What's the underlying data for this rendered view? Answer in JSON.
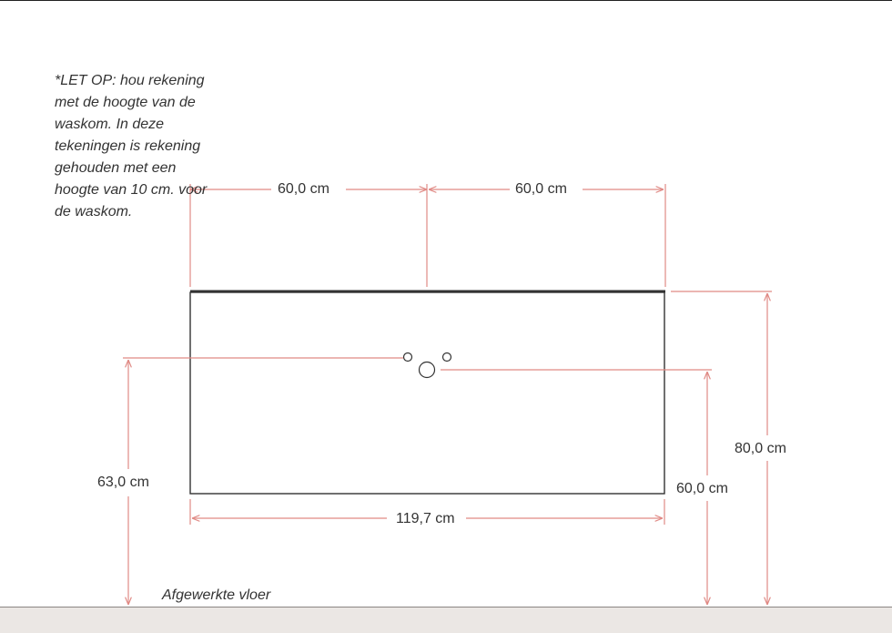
{
  "note": "*LET OP: hou rekening\nmet de hoogte van de\nwaskom. In deze\ntekeningen is rekening\ngehouden met een\nhoogte van 10 cm. voor\nde waskom.",
  "dimensions": {
    "top_left_width": "60,0 cm",
    "top_right_width": "60,0 cm",
    "cabinet_width": "119,7 cm",
    "drain_height": "63,0 cm",
    "overall_height": "80,0 cm",
    "cabinet_bottom_height": "60,0 cm"
  },
  "floor_label": "Afgewerkte vloer",
  "colors": {
    "dimension_line": "#e08a85",
    "outline": "#333333",
    "floor": "#ebe7e4"
  }
}
